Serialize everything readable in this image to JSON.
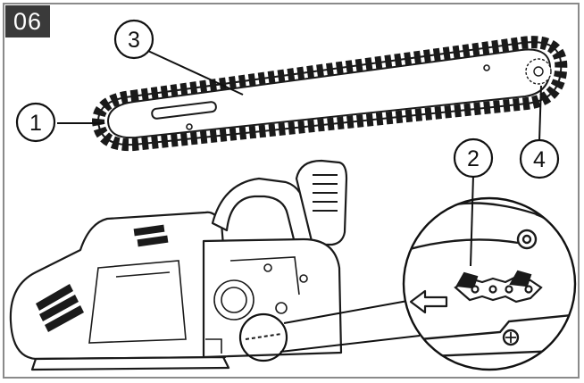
{
  "figure": {
    "badge": "06"
  },
  "callouts": [
    {
      "id": 1,
      "label": "1"
    },
    {
      "id": 2,
      "label": "2"
    },
    {
      "id": 3,
      "label": "3"
    },
    {
      "id": 4,
      "label": "4"
    }
  ],
  "colors": {
    "ink": "#111111",
    "badge_bg": "#3a3a3a",
    "badge_text": "#ffffff",
    "frame": "#8a8a8a"
  }
}
